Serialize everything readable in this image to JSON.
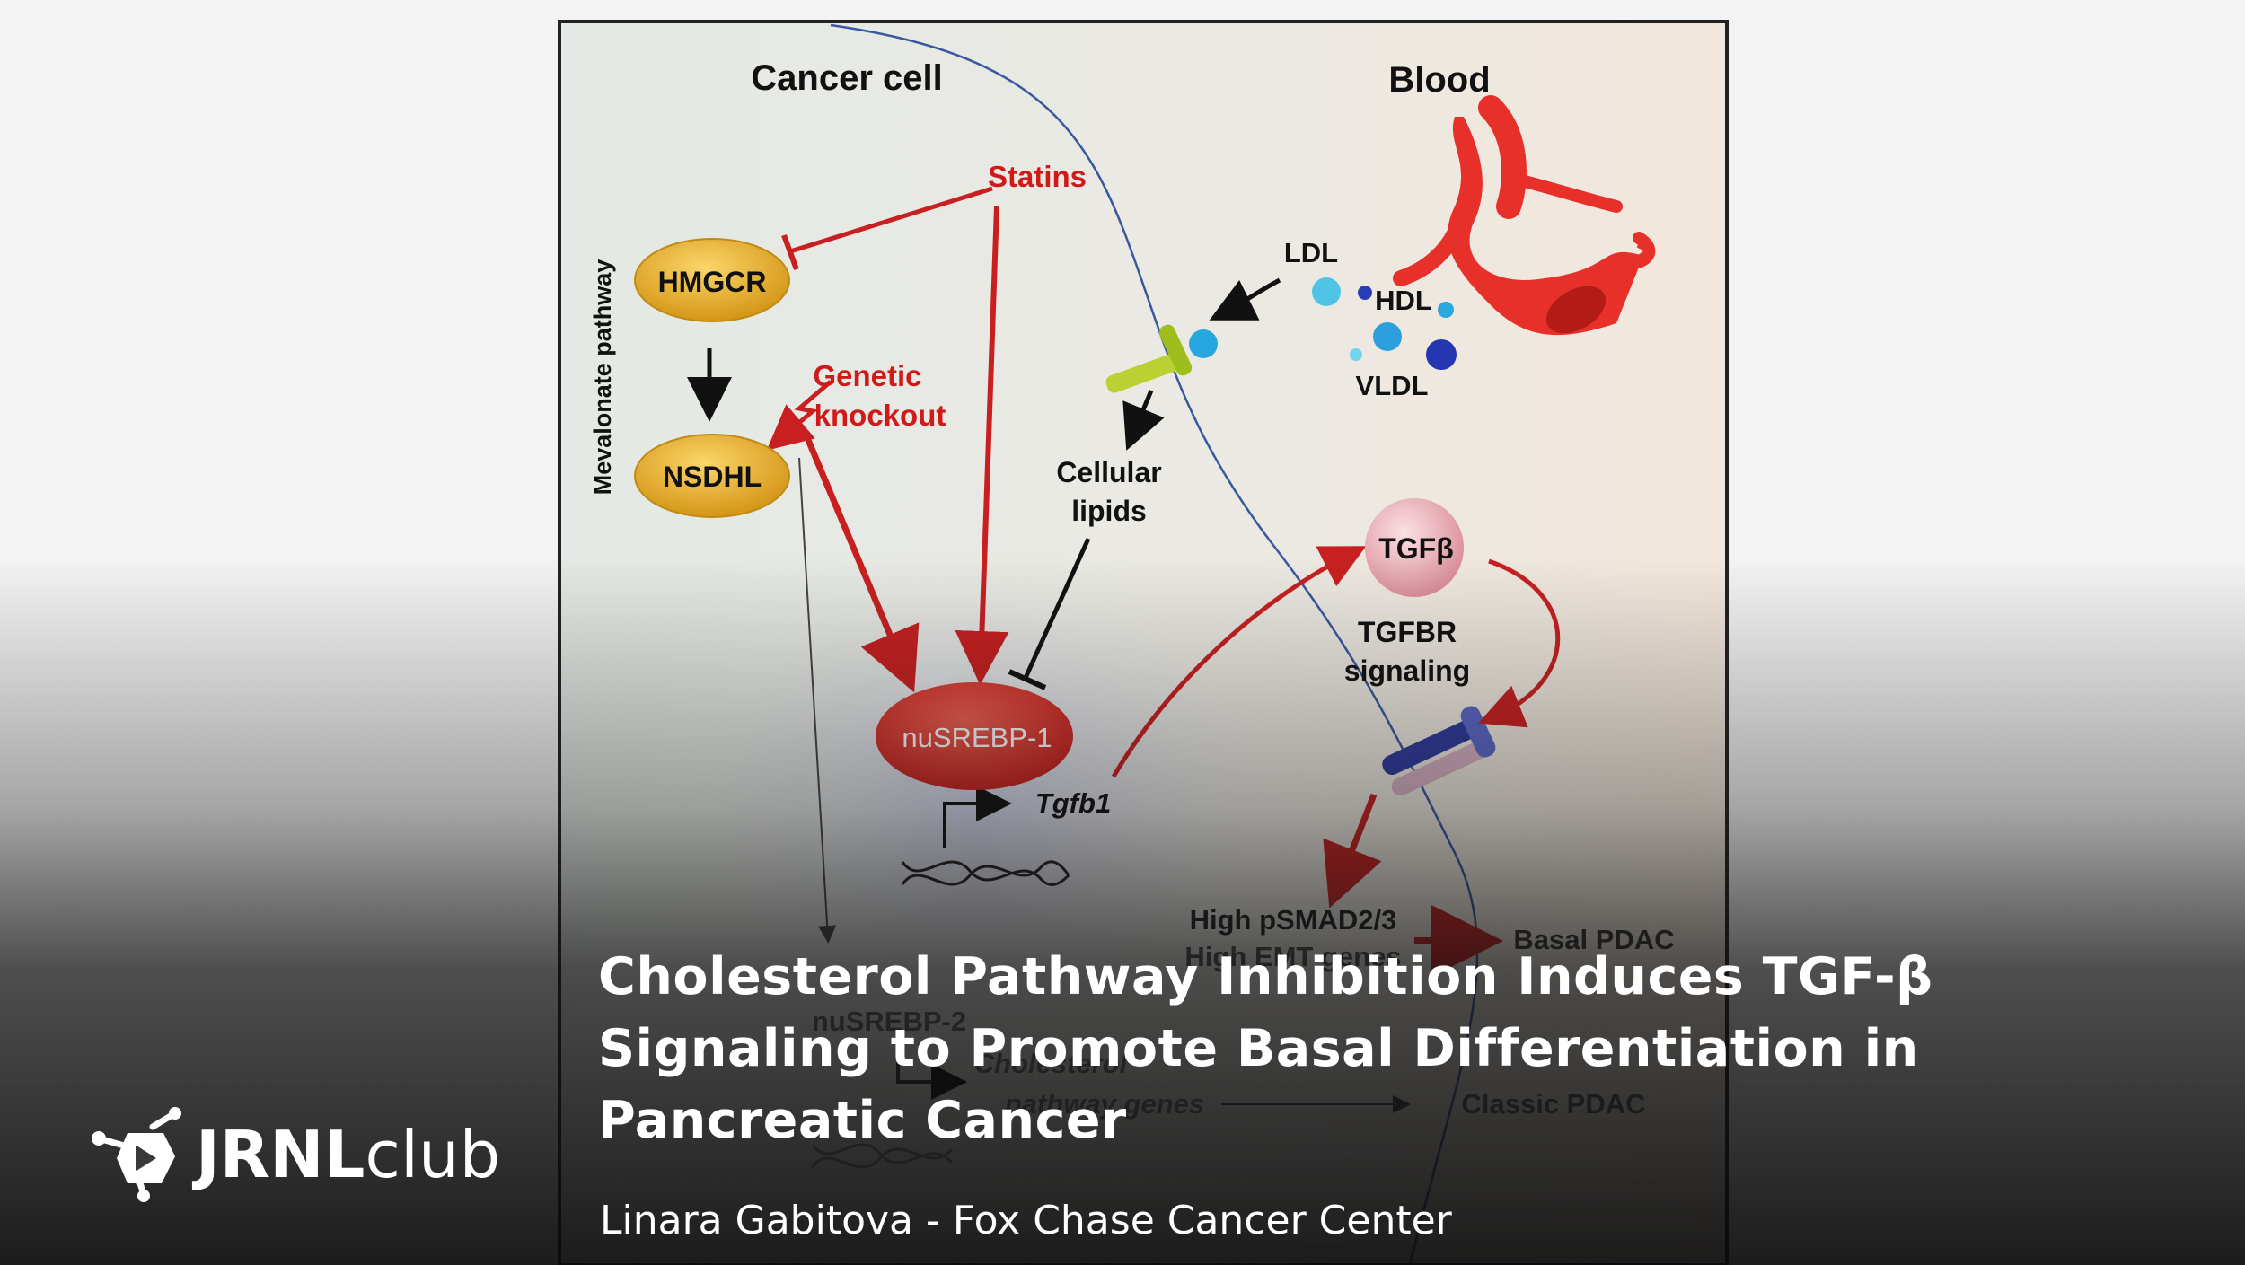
{
  "diagram": {
    "cancer_cell": "Cancer cell",
    "blood": "Blood",
    "statins": "Statins",
    "hmgcr": "HMGCR",
    "nsdhl": "NSDHL",
    "mevalonate": "Mevalonate pathway",
    "genetic": "Genetic",
    "knockout": "knockout",
    "ldl": "LDL",
    "hdl": "HDL",
    "vldl": "VLDL",
    "cellular": "Cellular",
    "lipids": "lipids",
    "tgfb": "TGFβ",
    "tgfbr": "TGFBR",
    "signaling": "signaling",
    "nusrebp1": "nuSREBP-1",
    "tgfb1": "Tgfb1",
    "psmad": "High pSMAD2/3",
    "emt": "High EMT genes",
    "basal": "Basal PDAC",
    "nusrebp2": "nuSREBP-2",
    "cholesterol": "Cholesterol",
    "pathway_genes": "pathway genes",
    "classic": "Classic PDAC",
    "colors": {
      "inhibit_red": "#cc2222",
      "nodes_gold": "#e3a21a",
      "srebp_red": "#d62a2a"
    }
  },
  "title": "Cholesterol Pathway Inhibition Induces TGF-β Signaling to Promote Basal Differentiation in Pancreatic Cancer",
  "subtitle": "Linara Gabitova - Fox Chase Cancer Center",
  "brand": {
    "bold": "JRNL",
    "light": "club",
    "icon": "molecule-play-icon"
  }
}
